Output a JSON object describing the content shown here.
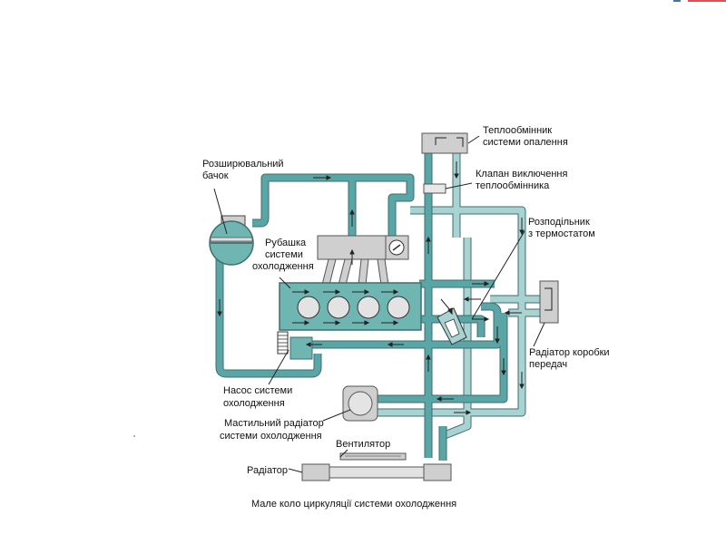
{
  "colors": {
    "pipe_dark": "#5aa6a6",
    "pipe_light": "#a9d3d3",
    "pipe_outline": "#3f6e6e",
    "block": "#6fb6b3",
    "box": "#cfcfcf",
    "arrow": "#222222"
  },
  "labels": {
    "heater_core": [
      "Теплообмінник",
      "системи опалення"
    ],
    "heater_valve": [
      "Клапан виключення",
      "теплообмінника"
    ],
    "thermostat": [
      "Розподільник",
      "з термостатом"
    ],
    "expansion_tank": [
      "Розширювальний",
      "бачок"
    ],
    "water_jacket": [
      "Рубашка",
      "системи",
      "охолодження"
    ],
    "gearbox_radiator": [
      "Радіатор коробки",
      "передач"
    ],
    "pump": [
      "Насос системи",
      "охолодження"
    ],
    "oil_cooler": [
      "Мастильний радіатор",
      "системи охолодження"
    ],
    "fan": [
      "Вентилятор"
    ],
    "radiator": [
      "Радіатор"
    ]
  },
  "caption": "Мале коло циркуляції системи охолодження"
}
